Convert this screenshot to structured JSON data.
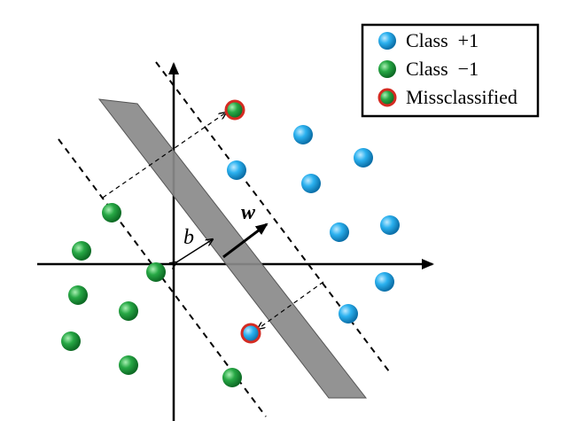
{
  "legend": {
    "class_pos_label": "Class  +1",
    "class_neg_label": "Class  −1",
    "misclassified_label": "Missclassified"
  },
  "labels": {
    "w": "w",
    "b": "b"
  },
  "colors": {
    "class_pos": "#1fa3e0",
    "class_neg": "#1d9a3a",
    "misclassified_ring": "#d42b22",
    "margin_band": "#8a8a8a"
  },
  "icons": {
    "class_pos": "blue-sphere-marker",
    "class_neg": "green-sphere-marker",
    "misclassified": "red-ringed-sphere-marker"
  }
}
